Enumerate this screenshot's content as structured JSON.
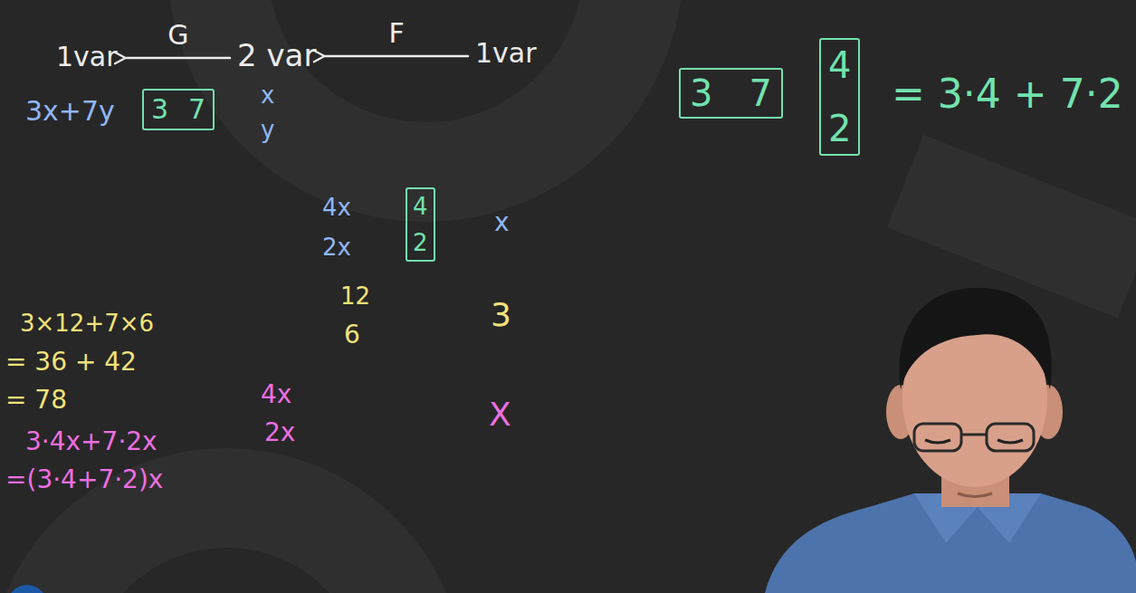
{
  "diagram": {
    "nodes": [
      {
        "text": [
          "1var"
        ]
      },
      {
        "text": [
          "2 var"
        ]
      },
      {
        "text": [
          "1var"
        ]
      },
      {
        "text": [
          "3",
          "7"
        ]
      },
      {
        "text": [
          "4",
          "2"
        ]
      },
      {
        "text": [
          "3",
          "7"
        ]
      },
      {
        "text": [
          "4",
          "2"
        ]
      }
    ],
    "edges": [
      {
        "from": 1,
        "to": 0,
        "arrow": "to",
        "label": "G"
      },
      {
        "from": 2,
        "to": 1,
        "arrow": "to",
        "label": "F"
      }
    ],
    "labels": [
      "= 3·4 + 7·2",
      "3x+7y",
      "x",
      "y",
      "4x",
      "2x",
      "x",
      "12",
      "6",
      "3",
      "3×12+7×6",
      "= 36 + 42",
      "= 78",
      "4x",
      "2x",
      "X",
      "3·4x+7·2x",
      "=(3·4+7·2)x"
    ]
  }
}
